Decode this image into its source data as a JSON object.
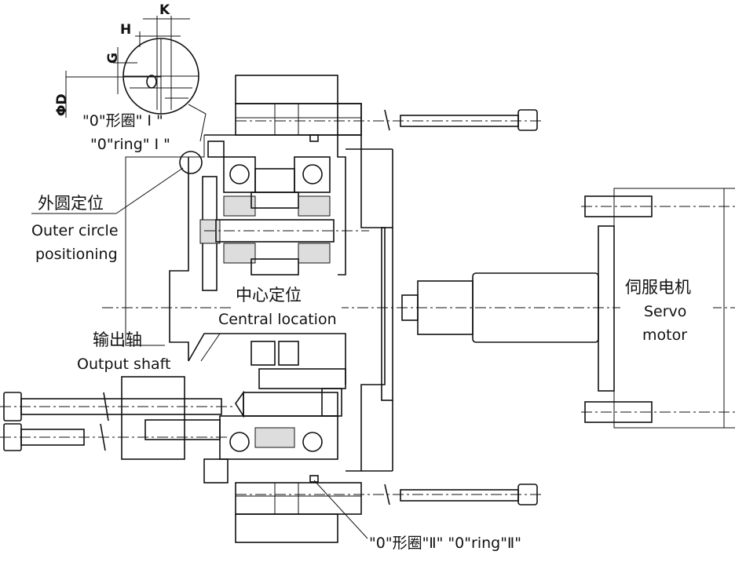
{
  "labels": {
    "oring1_cn": "\"0\"形圈\" Ⅰ \"",
    "oring1_en": "\"0\"ring\" Ⅰ \"",
    "outer_cn": "外圆定位",
    "outer_en1": "Outer circle",
    "outer_en2": "positioning",
    "central_cn": "中心定位",
    "central_en": "Central location",
    "output_cn": "输出轴",
    "output_en": "Output shaft",
    "servo_cn": "伺服电机",
    "servo_en1": "Servo",
    "servo_en2": "motor",
    "oring2": "\"0\"形圈\"Ⅱ\"   \"0\"ring\"Ⅱ\""
  },
  "dimensions": {
    "k": "K",
    "h": "H",
    "g": "G",
    "d": "ΦD"
  },
  "colors": {
    "line": "#111111",
    "background": "#ffffff"
  }
}
